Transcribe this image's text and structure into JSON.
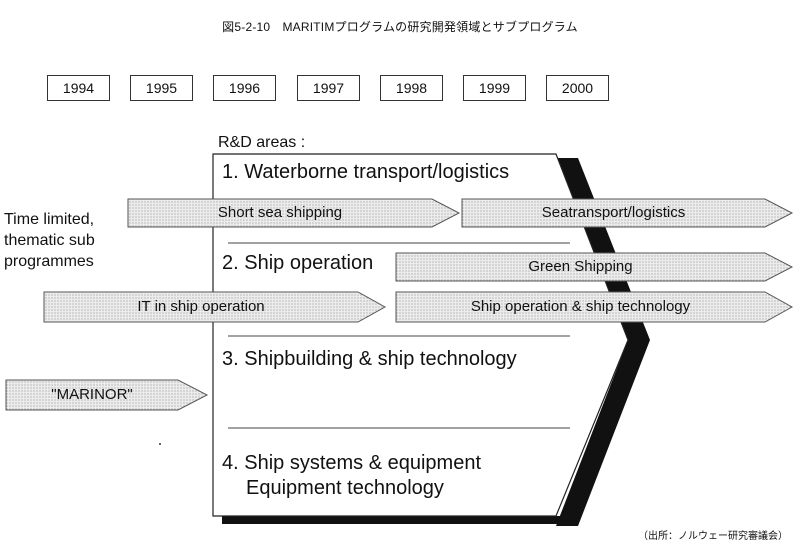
{
  "title": "図5-2-10　MARITIMプログラムの研究開発領域とサブプログラム",
  "years": [
    "1994",
    "1995",
    "1996",
    "1997",
    "1998",
    "1999",
    "2000"
  ],
  "rd_label": "R&D  areas :",
  "left_label": [
    "Time limited,",
    "thematic sub",
    "programmes"
  ],
  "areas": [
    "1. Waterborne transport/logistics",
    "2. Ship operation",
    "3. Shipbuilding & ship technology",
    "4. Ship systems & equipment"
  ],
  "area4_subtitle": "Equipment technology",
  "arrows": {
    "short_sea": "Short sea shipping",
    "seatransport": "Seatransport/logistics",
    "green_shipping": "Green Shipping",
    "it_ship_operation": "IT in ship operation",
    "ship_operation_tech": "Ship operation & ship technology",
    "marinor": "\"MARINOR\""
  },
  "source": "（出所：ノルウェー研究審議会）"
}
